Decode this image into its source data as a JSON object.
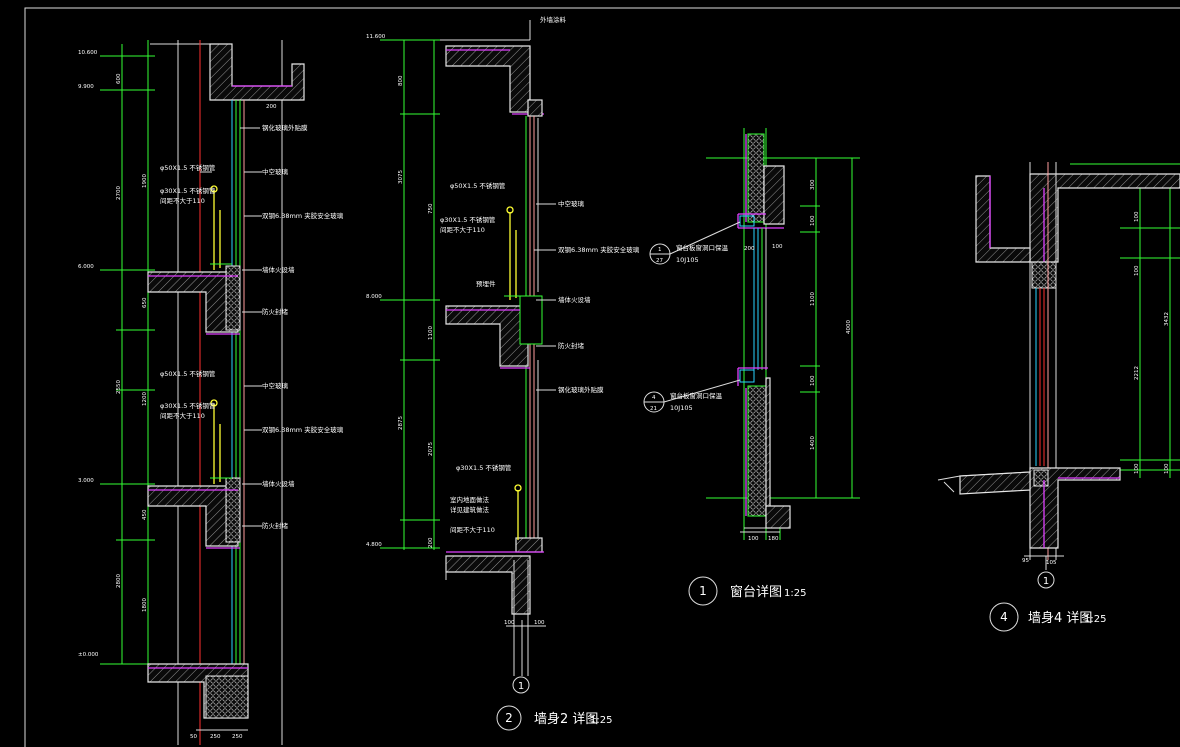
{
  "colors": {
    "background": "#000000",
    "outline": "#dcdcdc",
    "insulation": "#e040ff",
    "glass": "#33ff33",
    "frame": "#2ad4ff",
    "axis": "#ff3030",
    "railing": "#ffff33"
  },
  "detail_titles": {
    "d1": {
      "number": "1",
      "name": "窗台详图",
      "scale": "1:25"
    },
    "d2": {
      "number": "2",
      "name": "墙身2 详图",
      "scale": "1:25"
    },
    "d4": {
      "number": "4",
      "name": "墙身4 详图",
      "scale": "1:25"
    },
    "axis_a": "1",
    "axis_b": "1"
  },
  "annotations": {
    "a_glass_film": "钢化玻璃外贴膜",
    "a_rail1": "φ50X1.5 不锈钢管",
    "a_rail2": "φ30X1.5 不锈钢管",
    "a_rail3": "间距不大于110",
    "a_hollow": "中空玻璃",
    "a_coat": "双钢6.38mm 夹胶安全玻璃",
    "a_fire": "墙体火设墙",
    "a_fireproof": "防火封堵",
    "b_paint": "外墙涂料",
    "b_rail1": "φ50X1.5 不锈钢管",
    "b_rail2": "φ30X1.5 不锈钢管",
    "b_rail3": "间距不大于110",
    "b_hollow": "中空玻璃",
    "b_coat": "双钢6.38mm 夹胶安全玻璃",
    "b_fire": "墙体火设墙",
    "b_block": "防火封堵",
    "b_glass_film": "钢化玻璃外贴膜",
    "b_rail4": "φ30X1.5 不锈钢管",
    "b_sill1": "室内地面做法",
    "b_sill2": "详见建筑做法",
    "b_sill3": "间距不大于110",
    "b_weld": "预埋件",
    "c_ref1_top": "1",
    "c_ref1_bot": "27",
    "c_ref1_text": "窗台板窗洞口保温",
    "c_ref1_code": "10J105",
    "c_ref2_top": "4",
    "c_ref2_bot": "21",
    "c_ref2_text": "窗台板窗洞口保温",
    "c_ref2_code": "10J105"
  },
  "levels": {
    "a1": "10.600",
    "a2": "9.900",
    "a3": "6.000",
    "a4": "3.000",
    "a5": "±0.000",
    "b1": "11.600",
    "b2": "8.000",
    "b3": "4.800"
  },
  "dims": {
    "a_v1": "600",
    "a_v2": "2700",
    "a_v3": "1900",
    "a_v4": "2550",
    "a_v5": "650",
    "a_v6": "1200",
    "a_v7": "2800",
    "a_v8": "450",
    "a_v9": "1800",
    "a_b1": "50",
    "a_b2": "250",
    "a_b3": "250",
    "a_top": "200",
    "b_v1": "800",
    "b_v2": "3075",
    "b_v3": "750",
    "b_v4": "2875",
    "b_v5": "2075",
    "b_v6": "200",
    "b_v7": "1100",
    "b_bot1": "100",
    "b_bot2": "100",
    "c_v1": "300",
    "c_v2": "100",
    "c_v3": "1100",
    "c_v4": "100",
    "c_v5": "1400",
    "c_total": "4000",
    "c_w1": "200",
    "c_w2": "100",
    "c_b1": "100",
    "c_b2": "180",
    "d_v1": "100",
    "d_v2": "100",
    "d_v3": "2212",
    "d_v4": "100",
    "d_total": "3432",
    "d_v5": "100",
    "d_b1": "95",
    "d_b2": "105"
  }
}
